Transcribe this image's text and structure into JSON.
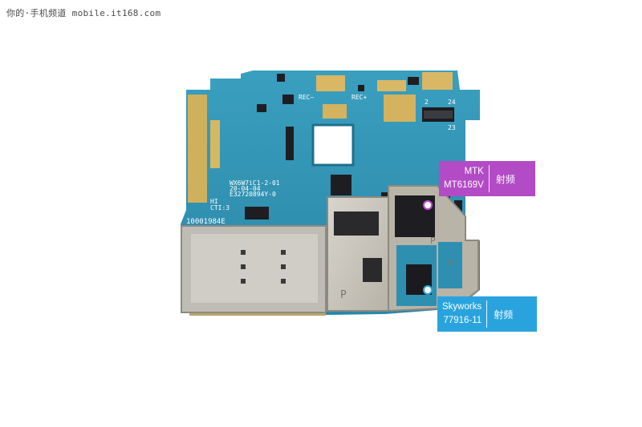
{
  "watermark": "你的·手机频道 mobile.it168.com",
  "board": {
    "labels": {
      "rec_minus": "REC—",
      "rec_plus": "REC+",
      "conn_num_left": "2",
      "conn_num_right": "24",
      "conn_num_bottom": "23",
      "model": "WX6W7iC1-2-01",
      "date": "20-04-04",
      "code": "E32720894Y-0",
      "hi": "HI",
      "cti": "CTI:3",
      "serial": "10001984E",
      "shield_p1": "P",
      "shield_p2": "P",
      "shield_p3": "P"
    },
    "colors": {
      "pcb": "#2f8fb0",
      "pcb_dark": "#1f6f8d",
      "gold": "#d9b765",
      "shield": "#c9c6bd",
      "chip": "#1e1e22"
    }
  },
  "callouts": {
    "mtk": {
      "line1": "MTK",
      "line2": "MT6169V",
      "tag": "射频",
      "color": "#b34ac6"
    },
    "skyworks": {
      "line1": "Skyworks",
      "line2": "77916-11",
      "tag": "射频",
      "color": "#29a3de"
    }
  }
}
